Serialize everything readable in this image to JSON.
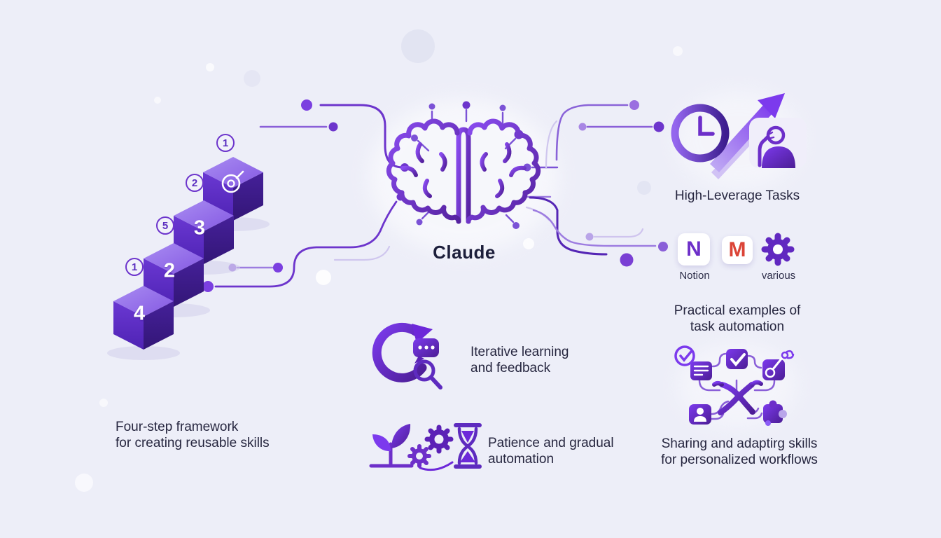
{
  "center": {
    "label": "Claude"
  },
  "framework": {
    "badges": [
      "1",
      "2",
      "5",
      "1"
    ],
    "cube_numbers": [
      "3",
      "2",
      "4"
    ],
    "caption_line1": "Four-step framework",
    "caption_line2": "for creating reusable skills"
  },
  "iterative": {
    "line1": "Iterative learning",
    "line2": "and feedback"
  },
  "patience": {
    "line1": "Patience and gradual",
    "line2": "automation"
  },
  "high_leverage": {
    "label": "High-Leverage Tasks"
  },
  "tools": {
    "notion_letter": "N",
    "gmail_letter": "M",
    "notion_label": "Notion",
    "various_label": "various",
    "caption_line1": "Practical examples of",
    "caption_line2": "task automation"
  },
  "sharing": {
    "caption_line1": "Sharing and adaptirg skills",
    "caption_line2": "for personalized workflows"
  },
  "colors": {
    "background": "#edeef8",
    "purple": "#6d2fc9",
    "purple_light": "#8b5cf6",
    "purple_dark": "#4c1d95",
    "gmail_red": "#db4437",
    "text": "#26263f"
  }
}
